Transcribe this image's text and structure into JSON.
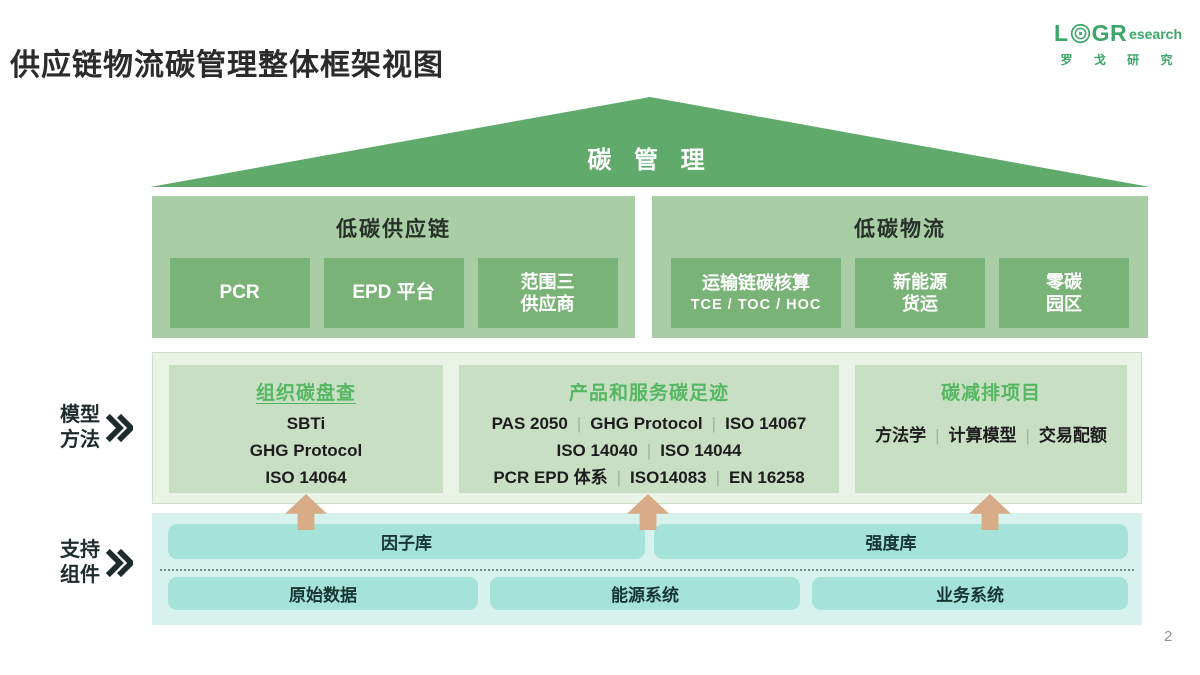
{
  "page": {
    "title": "供应链物流碳管理整体框架视图",
    "page_number": "2"
  },
  "logo": {
    "part_l": "L",
    "part_gr": "GR",
    "suffix": "esearch",
    "chinese": "罗 戈 研 究",
    "target_icon": "concentric-circles-o"
  },
  "roof": {
    "label": "碳 管 理"
  },
  "top_row": {
    "supply_chain": {
      "title": "低碳供应链",
      "items": [
        {
          "lines": [
            "PCR"
          ]
        },
        {
          "lines": [
            "EPD 平台"
          ]
        },
        {
          "lines": [
            "范围三",
            "供应商"
          ]
        }
      ]
    },
    "logistics": {
      "title": "低碳物流",
      "items": [
        {
          "lines": [
            "运输链碳核算",
            "TCE / TOC / HOC"
          ]
        },
        {
          "lines": [
            "新能源",
            "货运"
          ]
        },
        {
          "lines": [
            "零碳",
            "园区"
          ]
        }
      ]
    }
  },
  "model_section": {
    "label_lines": [
      "模型",
      "方法"
    ],
    "boxes": [
      {
        "title": "组织碳盘查",
        "rows": [
          [
            "SBTi"
          ],
          [
            "GHG Protocol"
          ],
          [
            "ISO 14064"
          ]
        ]
      },
      {
        "title": "产品和服务碳足迹",
        "rows": [
          [
            "PAS 2050",
            "GHG Protocol",
            "ISO 14067"
          ],
          [
            "ISO 14040",
            "ISO 14044"
          ],
          [
            "PCR EPD 体系",
            "ISO14083",
            "EN 16258"
          ]
        ]
      },
      {
        "title": "碳减排项目",
        "rows": [
          [
            "方法学",
            "计算模型",
            "交易配额"
          ]
        ]
      }
    ]
  },
  "support_section": {
    "label_lines": [
      "支持",
      "组件"
    ],
    "row1": [
      "因子库",
      "强度库"
    ],
    "row2": [
      "原始数据",
      "能源系统",
      "业务系统"
    ]
  },
  "colors": {
    "roof_green": "#60aa6c",
    "box_light_green": "#a9cda4",
    "chip_green": "#7ab377",
    "mid_container": "#e9f3e6",
    "mid_box": "#c9dfc4",
    "mid_title_green": "#56b762",
    "teal_container": "#d7f2ec",
    "teal_bar": "#a5e3da",
    "arrow_tan": "#d6ab85",
    "logo_green": "#3ba668"
  }
}
